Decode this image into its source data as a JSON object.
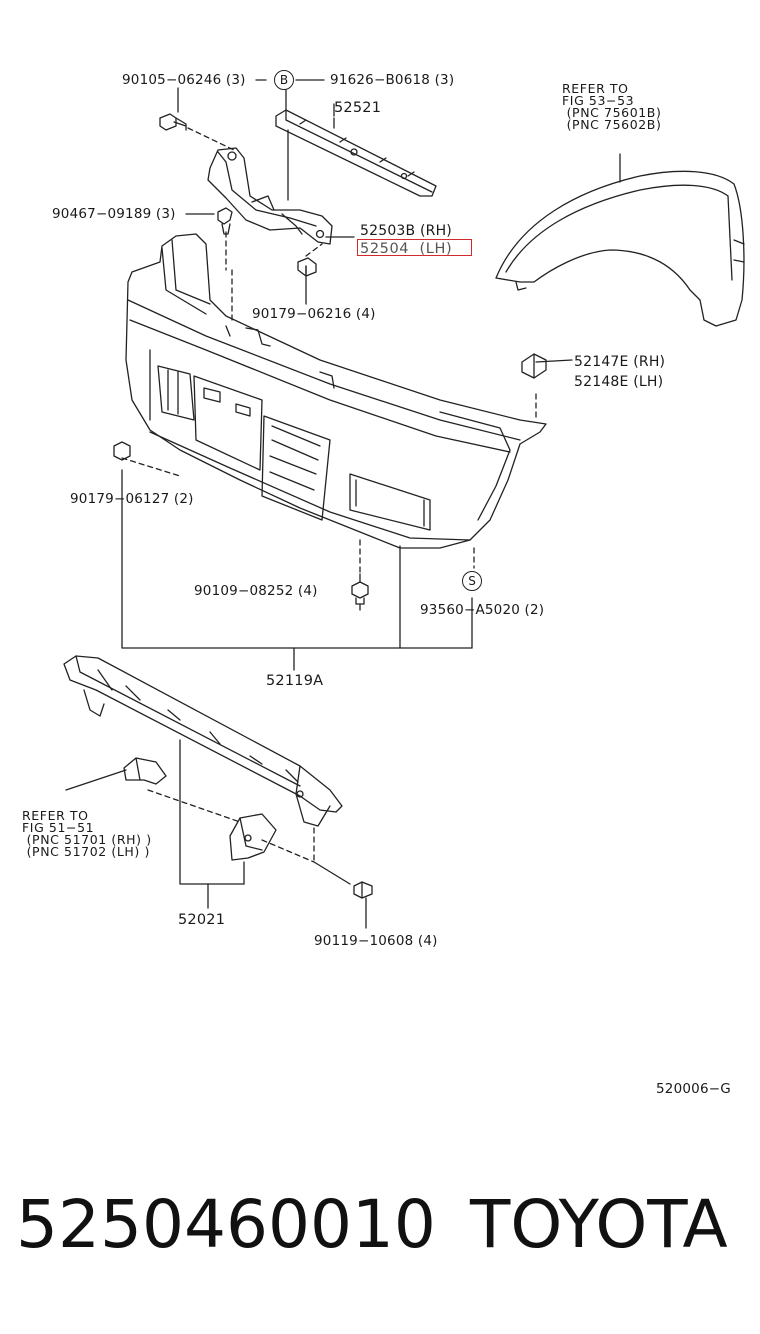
{
  "diagram": {
    "labels": {
      "p90105": "90105−06246 (3)",
      "p91626": "91626−B0618 (3)",
      "p52521": "52521",
      "p90467": "90467−09189 (3)",
      "p52503b": "52503B (RH)",
      "p52504": "52504  (LH)",
      "p90179a": "90179−06216 (4)",
      "p52147e": "52147E (RH)",
      "p52148e": "52148E (LH)",
      "p90179b": "90179−06127 (2)",
      "p90109": "90109−08252 (4)",
      "p93560": "93560−A5020 (2)",
      "p52119a": "52119A",
      "p52021": "52021",
      "p90119": "90119−10608 (4)",
      "diagram_code": "520006−G"
    },
    "circle_b": "B",
    "circle_s": "S",
    "refer_fender": [
      "REFER TO",
      "FIG 53−53",
      " (PNC 75601B)",
      " (PNC 75602B)"
    ],
    "refer_bracket": [
      "REFER TO",
      "FIG 51−51",
      " (PNC 51701 (RH) )",
      " (PNC 51702 (LH) )"
    ],
    "highlight_color": "#d62828"
  },
  "footer": {
    "part_number": "5250460010",
    "brand": "TOYOTA"
  }
}
